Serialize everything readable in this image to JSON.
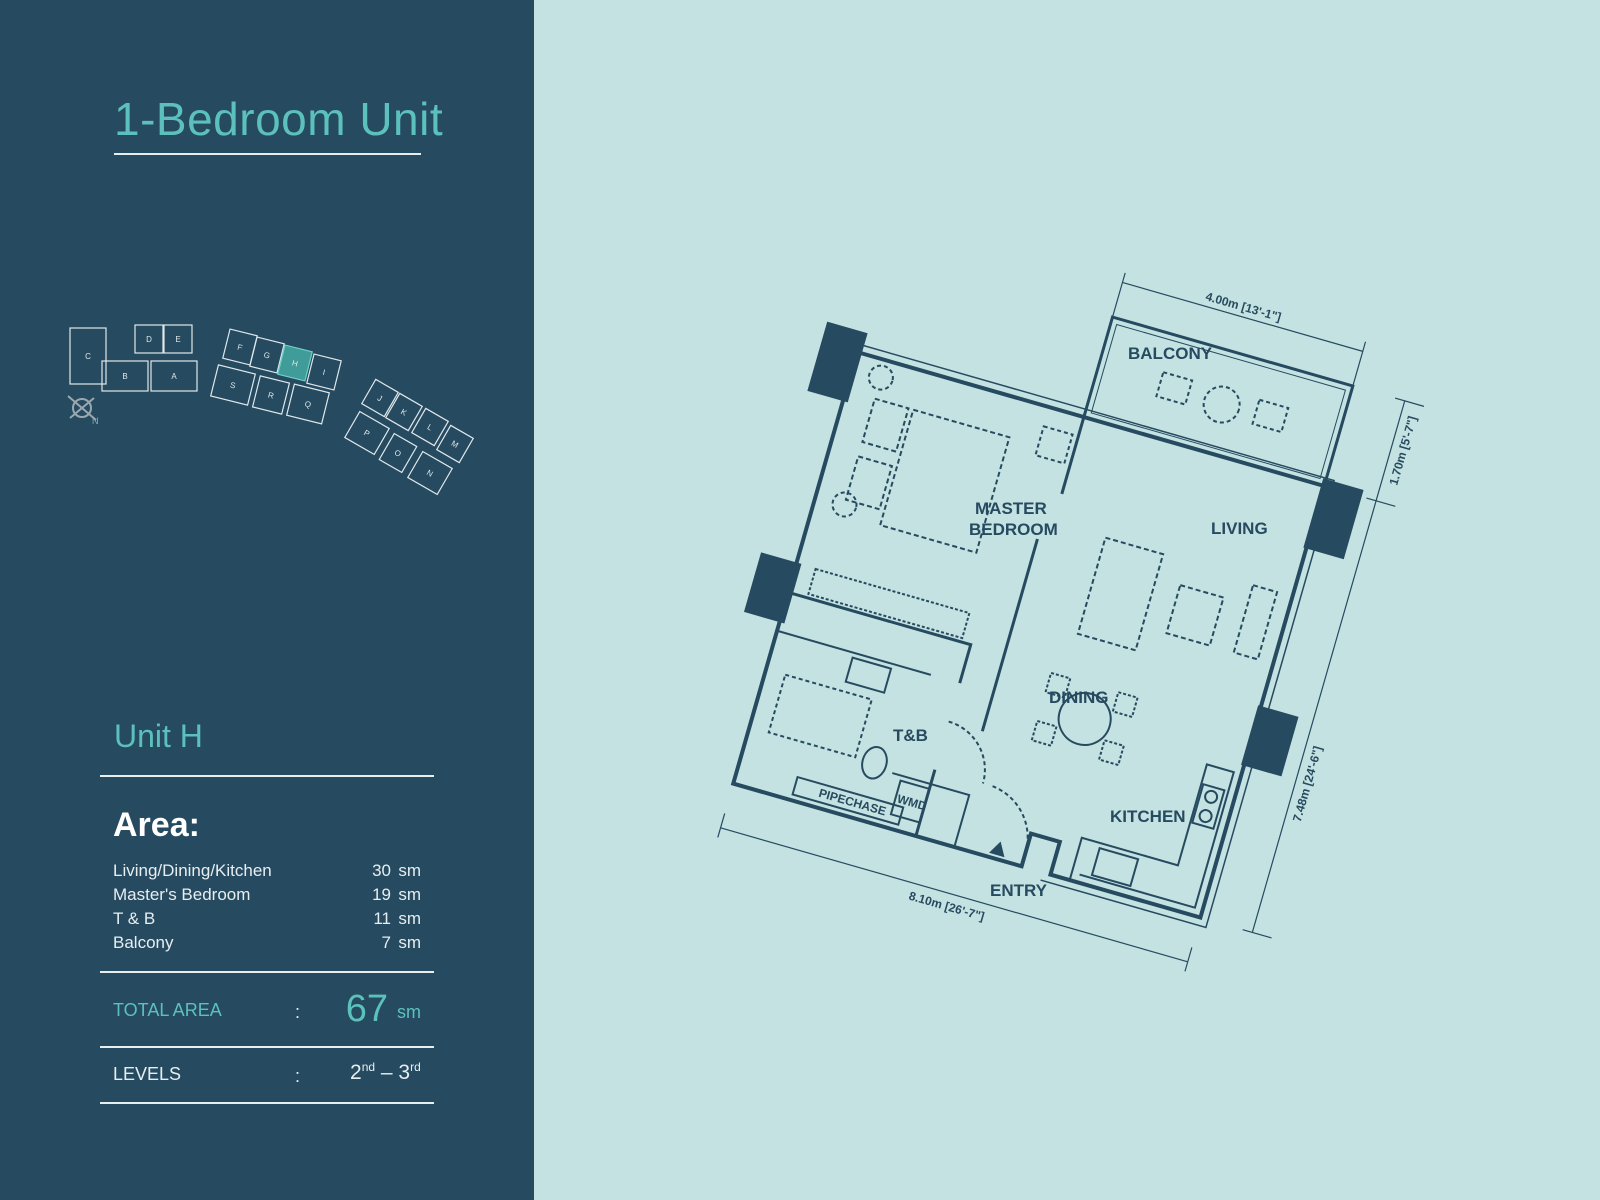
{
  "title": "1-Bedroom Unit",
  "key_plan": {
    "units": [
      "C",
      "D",
      "E",
      "B",
      "A",
      "F",
      "G",
      "H",
      "I",
      "S",
      "R",
      "Q",
      "J",
      "K",
      "L",
      "M",
      "P",
      "O",
      "N"
    ],
    "highlighted_unit": "H",
    "compass_icon": "north-arrow-icon"
  },
  "unit_name": "Unit H",
  "area": {
    "heading": "Area:",
    "rows": [
      {
        "label": "Living/Dining/Kitchen",
        "value": "30",
        "unit": "sm"
      },
      {
        "label": "Master's Bedroom",
        "value": "19",
        "unit": "sm"
      },
      {
        "label": "T & B",
        "value": "11",
        "unit": "sm"
      },
      {
        "label": "Balcony",
        "value": "7",
        "unit": "sm"
      }
    ],
    "total": {
      "label": "TOTAL AREA",
      "colon": ":",
      "value": "67",
      "unit": "sm"
    },
    "levels": {
      "label": "LEVELS",
      "colon": ":",
      "from": "2",
      "from_sup": "nd",
      "dash": " – ",
      "to": "3",
      "to_sup": "rd"
    }
  },
  "floor_plan": {
    "rooms": {
      "balcony": "BALCONY",
      "master1": "MASTER",
      "master2": "BEDROOM",
      "living": "LIVING",
      "dining": "DINING",
      "tb": "T&B",
      "kitchen": "KITCHEN",
      "entry": "ENTRY",
      "wmd": "WMD",
      "pipechase": "PIPECHASE"
    },
    "dimensions": {
      "balcony_width": "4.00m [13'-1\"]",
      "balcony_depth": "1.70m [5'-7\"]",
      "depth": "7.48m [24'-6\"]",
      "width": "8.10m [26'-7\"]"
    }
  },
  "colors": {
    "panel": "#264a60",
    "accent": "#5cc1bd",
    "background": "#c4e2e1",
    "line": "#264a60"
  }
}
